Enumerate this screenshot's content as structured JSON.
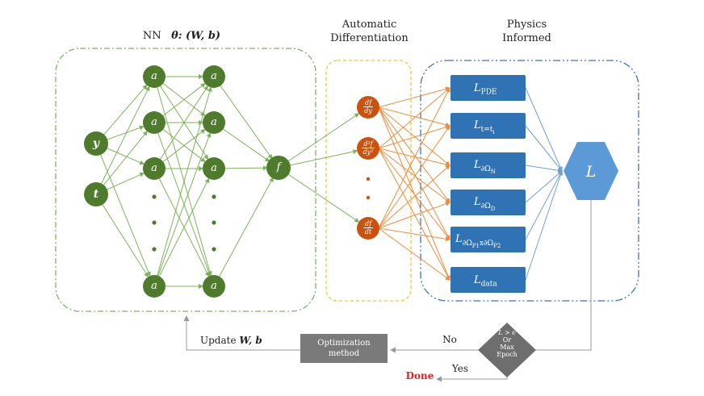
{
  "headers": {
    "nn_prefix": "NN",
    "nn_params": "θ: (W, b)",
    "ad_line1": "Automatic",
    "ad_line2": "Differentiation",
    "pi_line1": "Physics",
    "pi_line2": "Informed"
  },
  "nodes": {
    "input_y": "y",
    "input_t": "t",
    "hidden": "a",
    "output": "f",
    "loss_total": "L"
  },
  "derivatives": [
    {
      "num": "df",
      "den": "dy"
    },
    {
      "num": "d²f",
      "den": "dy²"
    },
    {
      "num": "df",
      "den": "dt"
    }
  ],
  "losses": [
    {
      "base": "L",
      "sub": "PDE"
    },
    {
      "base": "L",
      "sub": "t=t"
    },
    {
      "base": "L",
      "sub": "∂Ω"
    },
    {
      "base": "L",
      "sub": "∂Ω"
    },
    {
      "base": "L",
      "sub": "∂Ω"
    },
    {
      "base": "L",
      "sub": "data"
    }
  ],
  "loss_subsub": {
    "t": "i",
    "n": "N",
    "d": "D",
    "p": "∂Ω"
  },
  "loss_p_parts": {
    "p1": "P1",
    "x": "x",
    "p2": "P2"
  },
  "optimization": {
    "line1": "Optimization",
    "line2": "method"
  },
  "decision": {
    "line1": "L > ϵ",
    "line2": "Or",
    "line3": "Max",
    "line4": "Epoch"
  },
  "flow": {
    "update_text": "Update",
    "update_params": "W, b",
    "no": "No",
    "yes": "Yes",
    "done": "Done"
  },
  "colors": {
    "green_node": "#4e7c2c",
    "green_line": "#7cb35a",
    "green_box": "#7cb35a",
    "orange_node": "#c9520e",
    "orange_line": "#ee8c3b",
    "yellow_box": "#f5c33b",
    "blue_box": "#2f73b5",
    "blue_frame": "#3a74b8",
    "blue_line": "#6fa0d4",
    "hex_fill": "#5b9ad6",
    "gray_box": "#7a7a7a",
    "done_red": "#e0201c"
  }
}
